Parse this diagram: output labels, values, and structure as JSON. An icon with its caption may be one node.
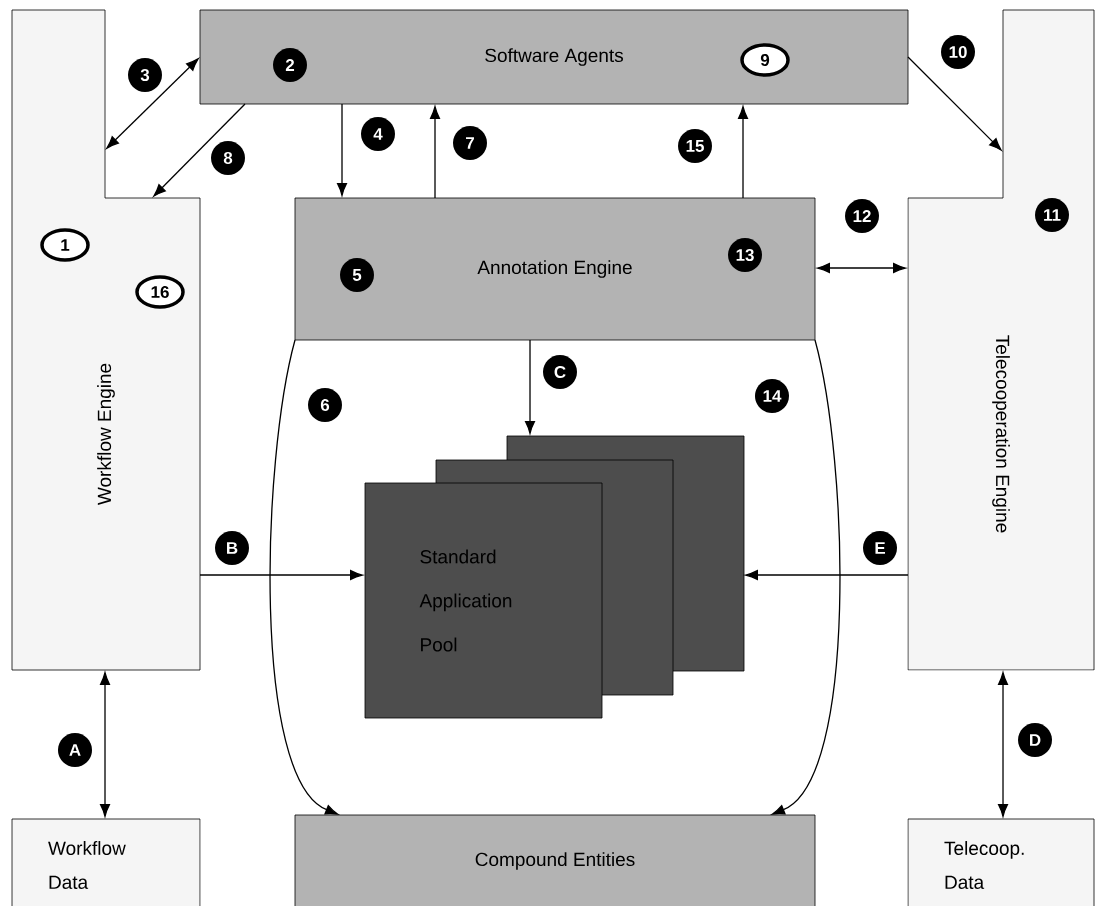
{
  "diagram": {
    "nodes": [
      {
        "text": [
          "Workflow Engine"
        ]
      },
      {
        "text": [
          "Software Agents"
        ]
      },
      {
        "text": [
          "Annotation Engine"
        ]
      },
      {
        "text": [
          "Standard Application Pool"
        ]
      },
      {
        "text": [
          "Telecooperation Engine"
        ]
      },
      {
        "text": [
          "Workflow Data"
        ]
      },
      {
        "text": [
          "Compound Entities"
        ]
      },
      {
        "text": [
          "Telecoop. Data"
        ]
      }
    ],
    "edges": [
      {
        "from": 0,
        "to": 1,
        "arrow": "both",
        "label": "3"
      },
      {
        "from": 1,
        "to": 0,
        "arrow": "to",
        "label": "8"
      },
      {
        "from": 1,
        "to": 2,
        "arrow": "to",
        "label": "4"
      },
      {
        "from": 2,
        "to": 1,
        "arrow": "to",
        "label": "7"
      },
      {
        "from": 2,
        "to": 1,
        "arrow": "to",
        "label": "15"
      },
      {
        "from": 1,
        "to": 4,
        "arrow": "to",
        "label": "10"
      },
      {
        "from": 2,
        "to": 4,
        "arrow": "both",
        "label": "12"
      },
      {
        "from": 2,
        "to": 3,
        "arrow": "to",
        "label": "C"
      },
      {
        "from": 2,
        "to": 6,
        "arrow": "to",
        "label": "6"
      },
      {
        "from": 2,
        "to": 6,
        "arrow": "to",
        "label": "14"
      },
      {
        "from": 0,
        "to": 3,
        "arrow": "to",
        "label": "B"
      },
      {
        "from": 4,
        "to": 3,
        "arrow": "to",
        "label": "E"
      },
      {
        "from": 0,
        "to": 5,
        "arrow": "both",
        "label": "A"
      },
      {
        "from": 4,
        "to": 7,
        "arrow": "both",
        "label": "D"
      }
    ],
    "labels": [
      "2",
      "9",
      "11",
      "1",
      "13",
      "5",
      "16"
    ]
  }
}
